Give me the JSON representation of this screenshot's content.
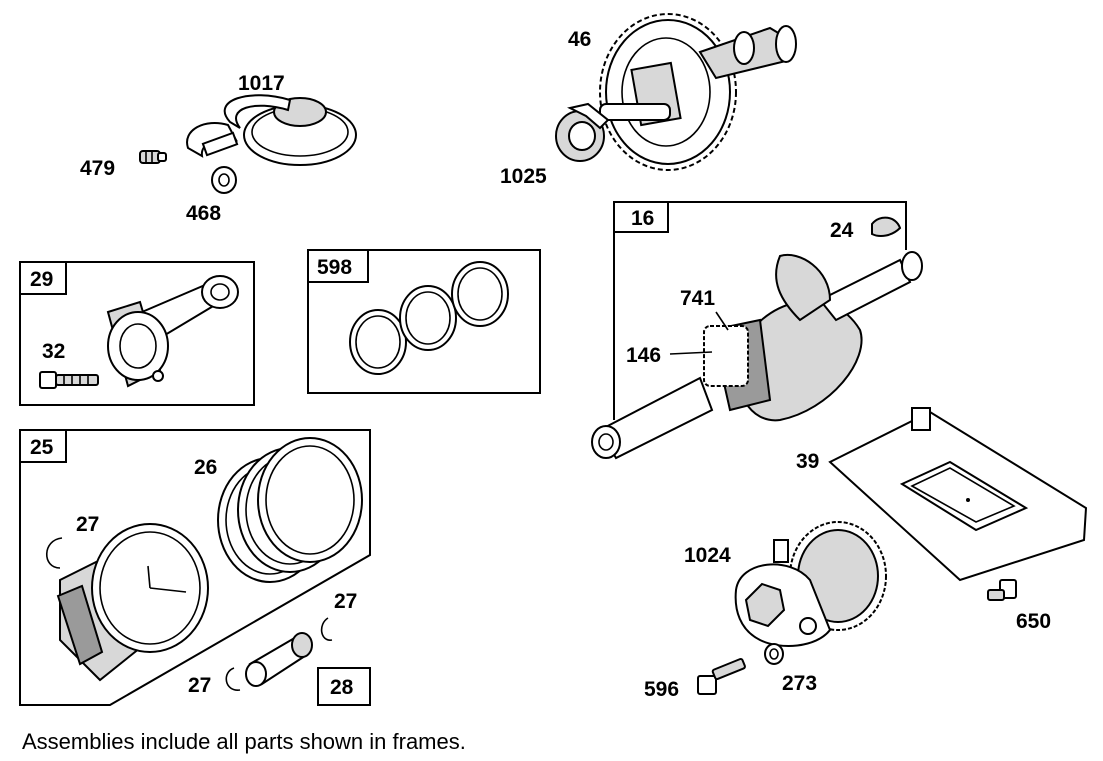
{
  "labels": {
    "p1017": "1017",
    "p479": "479",
    "p468": "468",
    "p46": "46",
    "p1025": "1025",
    "p29": "29",
    "p32": "32",
    "p598": "598",
    "p16": "16",
    "p24": "24",
    "p741": "741",
    "p146": "146",
    "p25": "25",
    "p26": "26",
    "p27a": "27",
    "p27b": "27",
    "p27c": "27",
    "p28": "28",
    "p39": "39",
    "p1024": "1024",
    "p650": "650",
    "p596": "596",
    "p273": "273"
  },
  "note": "Assemblies include all parts shown in frames."
}
